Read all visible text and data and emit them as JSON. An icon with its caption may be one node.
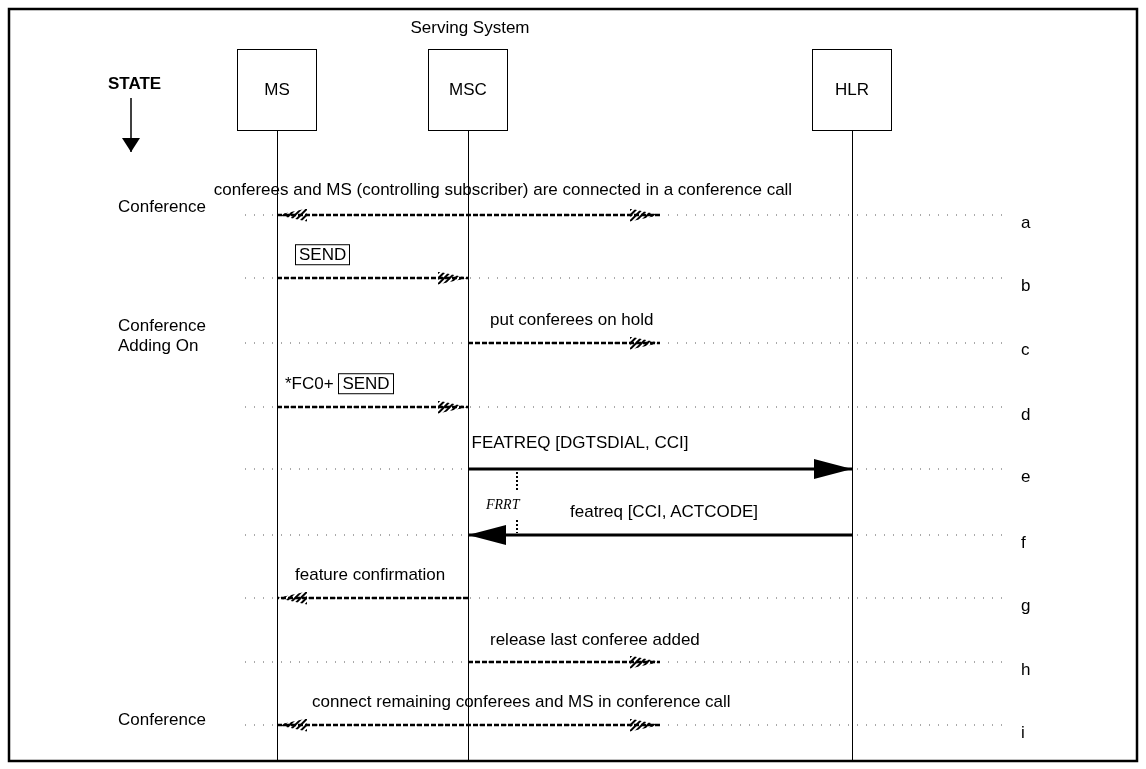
{
  "diagram": {
    "nodes": [
      {
        "text": [
          "MS"
        ]
      },
      {
        "text": [
          "MSC"
        ]
      },
      {
        "text": [
          "HLR"
        ]
      }
    ],
    "edges": [
      {
        "from": 0,
        "to": null,
        "arrow": "both",
        "label": "conferees and MS (controlling subscriber) are connected in a conference call",
        "style": "dashed"
      },
      {
        "from": 0,
        "to": 1,
        "arrow": "to",
        "label": "SEND",
        "style": "dashed"
      },
      {
        "from": 1,
        "to": null,
        "arrow": "to",
        "label": "put conferees on hold",
        "style": "dashed"
      },
      {
        "from": 0,
        "to": 1,
        "arrow": "to",
        "label": "*FC0+ SEND",
        "style": "dashed"
      },
      {
        "from": 1,
        "to": 2,
        "arrow": "to",
        "label": "FEATREQ [DGTSDIAL, CCI]"
      },
      {
        "from": 2,
        "to": 1,
        "arrow": "to",
        "label": "featreq [CCI, ACTCODE]"
      },
      {
        "from": 1,
        "to": 0,
        "arrow": "to",
        "label": "feature confirmation",
        "style": "dashed"
      },
      {
        "from": 1,
        "to": null,
        "arrow": "to",
        "label": "release last conferee added",
        "style": "dashed"
      },
      {
        "from": 0,
        "to": null,
        "arrow": "both",
        "label": "connect remaining conferees and MS in conference call",
        "style": "dashed"
      }
    ],
    "labels": [
      "Serving System",
      "STATE",
      "Conference",
      "a",
      "b",
      "Conference Adding On",
      "c",
      "d",
      "e",
      "FRRT",
      "f",
      "g",
      "h",
      "Conference",
      "i"
    ]
  }
}
